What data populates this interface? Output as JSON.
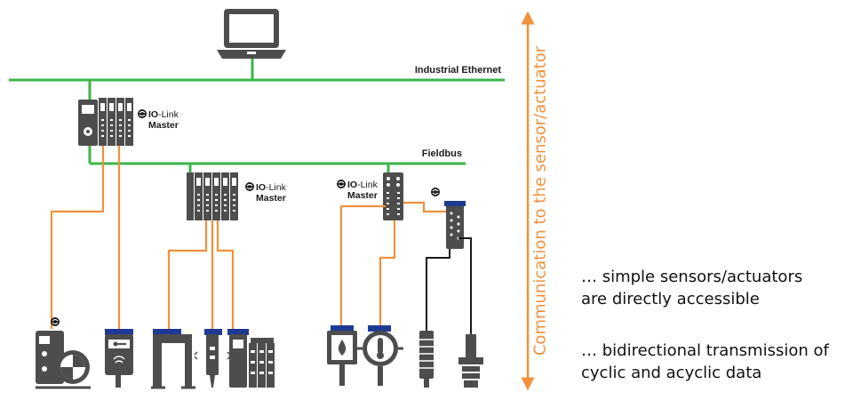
{
  "labels": {
    "industrial_ethernet": "Industrial Ethernet",
    "fieldbus": "Fieldbus"
  },
  "io_link": {
    "prefix": "IO",
    "suffix": "-Link",
    "master": "Master"
  },
  "vertical_label": "Communication to the sensor/actuator",
  "notes": {
    "note1_line1": "… simple sensors/actuators",
    "note1_line2": "are directly accessible",
    "note2_line1": "… bidirectional transmission of",
    "note2_line2": "cyclic and acyclic data"
  },
  "colors": {
    "network_line": "#3bb54a",
    "io_link_line": "#f0913c",
    "standard_line": "#1a1a1a",
    "device_gray": "#4d4d4d",
    "device_cap": "#1f3a93",
    "arrow_orange": "#f0913c"
  },
  "icons": [
    "laptop-icon",
    "io-link-logo-icon",
    "vibration-sensor-icon",
    "rfid-reader-icon",
    "fork-sensor-icon",
    "light-barrier-icon",
    "valve-terminal-icon",
    "level-sensor-icon",
    "temperature-sensor-icon",
    "humidity-sensor-icon",
    "proximity-sensor-icon"
  ]
}
